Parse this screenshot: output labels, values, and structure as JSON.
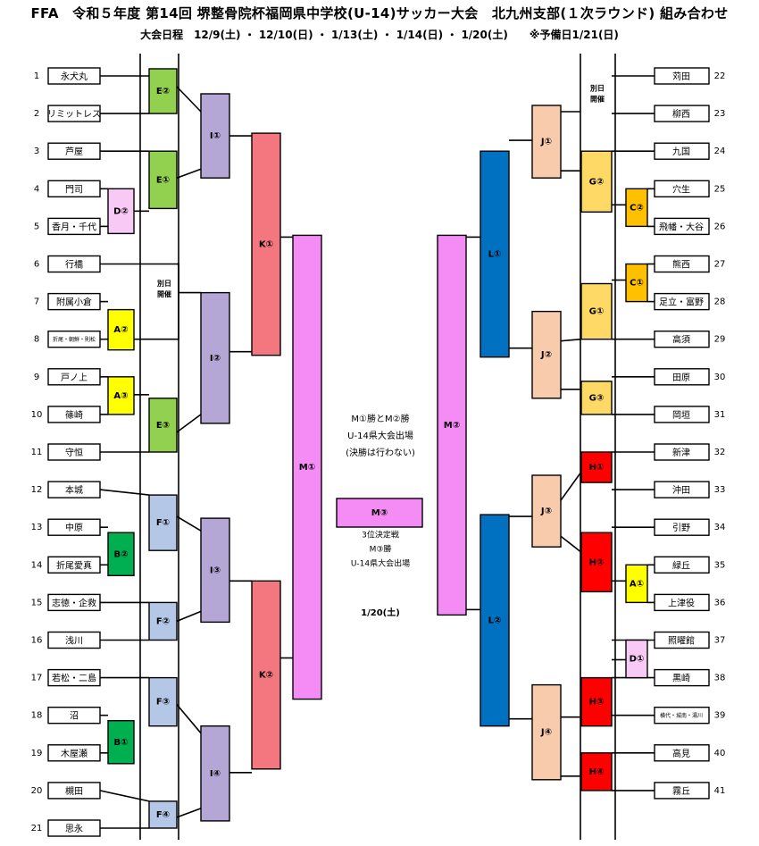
{
  "header": {
    "title": "FFA　令和５年度 第14回 堺整骨院杯福岡県中学校(U-14)サッカー大会　北九州支部(１次ラウンド) 組み合わせ",
    "subtitle": "大会日程　12/9(土) ・ 12/10(日) ・ 1/13(土) ・ 1/14(日) ・ 1/20(土)　　※予備日1/21(日)"
  },
  "teams_left": [
    {
      "num": "1",
      "name": "永犬丸"
    },
    {
      "num": "2",
      "name": "リミットレス"
    },
    {
      "num": "3",
      "name": "芦屋"
    },
    {
      "num": "4",
      "name": "門司"
    },
    {
      "num": "5",
      "name": "香月・千代"
    },
    {
      "num": "6",
      "name": "行橋"
    },
    {
      "num": "7",
      "name": "附属小倉"
    },
    {
      "num": "8",
      "name": "折尾・朝鮮・則松"
    },
    {
      "num": "9",
      "name": "戸ノ上"
    },
    {
      "num": "10",
      "name": "篠崎"
    },
    {
      "num": "11",
      "name": "守恒"
    },
    {
      "num": "12",
      "name": "本城"
    },
    {
      "num": "13",
      "name": "中原"
    },
    {
      "num": "14",
      "name": "折尾愛真"
    },
    {
      "num": "15",
      "name": "志徳・企救"
    },
    {
      "num": "16",
      "name": "浅川"
    },
    {
      "num": "17",
      "name": "若松・二島"
    },
    {
      "num": "18",
      "name": "沼"
    },
    {
      "num": "19",
      "name": "木屋瀬"
    },
    {
      "num": "20",
      "name": "槻田"
    },
    {
      "num": "21",
      "name": "思永"
    }
  ],
  "teams_right": [
    {
      "num": "22",
      "name": "苅田"
    },
    {
      "num": "23",
      "name": "柳西"
    },
    {
      "num": "24",
      "name": "九国"
    },
    {
      "num": "25",
      "name": "穴生"
    },
    {
      "num": "26",
      "name": "飛幡・大谷"
    },
    {
      "num": "27",
      "name": "熊西"
    },
    {
      "num": "28",
      "name": "足立・富野"
    },
    {
      "num": "29",
      "name": "高須"
    },
    {
      "num": "30",
      "name": "田原"
    },
    {
      "num": "31",
      "name": "岡垣"
    },
    {
      "num": "32",
      "name": "新津"
    },
    {
      "num": "33",
      "name": "沖田"
    },
    {
      "num": "34",
      "name": "引野"
    },
    {
      "num": "35",
      "name": "緑丘"
    },
    {
      "num": "36",
      "name": "上津役"
    },
    {
      "num": "37",
      "name": "照曜館"
    },
    {
      "num": "38",
      "name": "黒崎"
    },
    {
      "num": "39",
      "name": "横代・城南・湯川"
    },
    {
      "num": "40",
      "name": "高見"
    },
    {
      "num": "41",
      "name": "霧丘"
    }
  ],
  "matches": {
    "E2": "E②",
    "E1": "E①",
    "E3": "E③",
    "D2": "D②",
    "A2": "A②",
    "A3": "A③",
    "I1": "I①",
    "I2": "I②",
    "I3": "I③",
    "I4": "I④",
    "F1": "F①",
    "F2": "F②",
    "F3": "F③",
    "F4": "F④",
    "B2": "B②",
    "B1": "B①",
    "K1": "K①",
    "K2": "K②",
    "M1": "M①",
    "M2": "M②",
    "M3": "M③",
    "L1": "L①",
    "L2": "L②",
    "J1": "J①",
    "J2": "J②",
    "J3": "J③",
    "J4": "J④",
    "G2": "G②",
    "G1": "G①",
    "G3": "G③",
    "C2": "C②",
    "C1": "C①",
    "H1": "H①",
    "H2": "H②",
    "H3": "H③",
    "H4": "H④",
    "A1": "A①",
    "D1": "D①"
  },
  "notes": {
    "betsujitsu_left": [
      "別日",
      "開催"
    ],
    "betsujitsu_right": [
      "別日",
      "開催"
    ]
  },
  "center": {
    "final_note": [
      "M①勝とM②勝",
      "U-14県大会出場",
      "(決勝は行わない)"
    ],
    "third_place": [
      "3位決定戦",
      "M③勝",
      "U-14県大会出場"
    ],
    "date": "1/20(土)"
  },
  "colors": {
    "green": "#92d050",
    "dark_green": "#00b050",
    "lavender": "#b4a7d6",
    "pink_light": "#f9c9f5",
    "yellow": "#ffff00",
    "light_blue": "#b4c7e7",
    "salmon": "#f4777f",
    "magenta": "#f58cf5",
    "blue": "#0070c0",
    "peach": "#f8cbad",
    "light_orange": "#ffd966",
    "orange": "#ffc000",
    "red": "#ff0000"
  }
}
